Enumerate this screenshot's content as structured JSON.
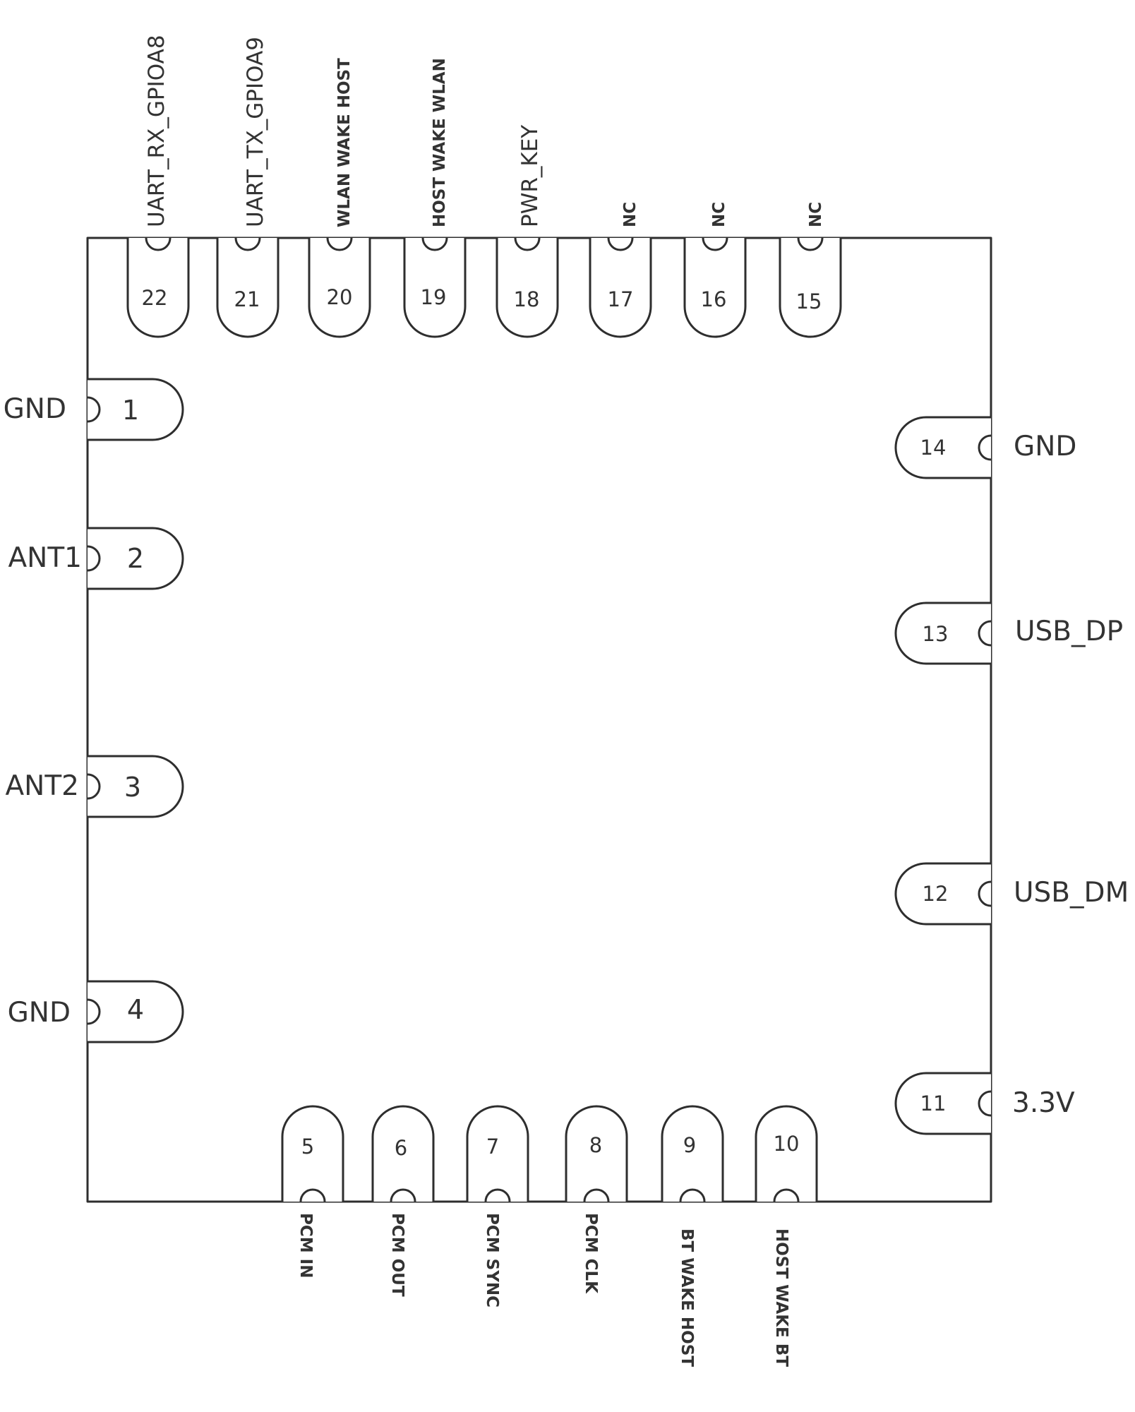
{
  "pins": [
    {
      "number": "1",
      "label": "GND"
    },
    {
      "number": "2",
      "label": "ANT1"
    },
    {
      "number": "3",
      "label": "ANT2"
    },
    {
      "number": "4",
      "label": "GND"
    },
    {
      "number": "5",
      "label": "PCM IN"
    },
    {
      "number": "6",
      "label": "PCM OUT"
    },
    {
      "number": "7",
      "label": "PCM SYNC"
    },
    {
      "number": "8",
      "label": "PCM CLK"
    },
    {
      "number": "9",
      "label": "BT WAKE HOST"
    },
    {
      "number": "10",
      "label": "HOST WAKE BT"
    },
    {
      "number": "11",
      "label": "3.3V"
    },
    {
      "number": "12",
      "label": "USB_DM"
    },
    {
      "number": "13",
      "label": "USB_DP"
    },
    {
      "number": "14",
      "label": "GND"
    },
    {
      "number": "15",
      "label": "NC"
    },
    {
      "number": "16",
      "label": "NC"
    },
    {
      "number": "17",
      "label": "NC"
    },
    {
      "number": "18",
      "label": "PWR_KEY"
    },
    {
      "number": "19",
      "label": "HOST WAKE WLAN"
    },
    {
      "number": "20",
      "label": "WLAN WAKE HOST"
    },
    {
      "number": "21",
      "label": "UART_TX_GPIOA9"
    },
    {
      "number": "22",
      "label": "UART_RX_GPIOA8"
    }
  ]
}
